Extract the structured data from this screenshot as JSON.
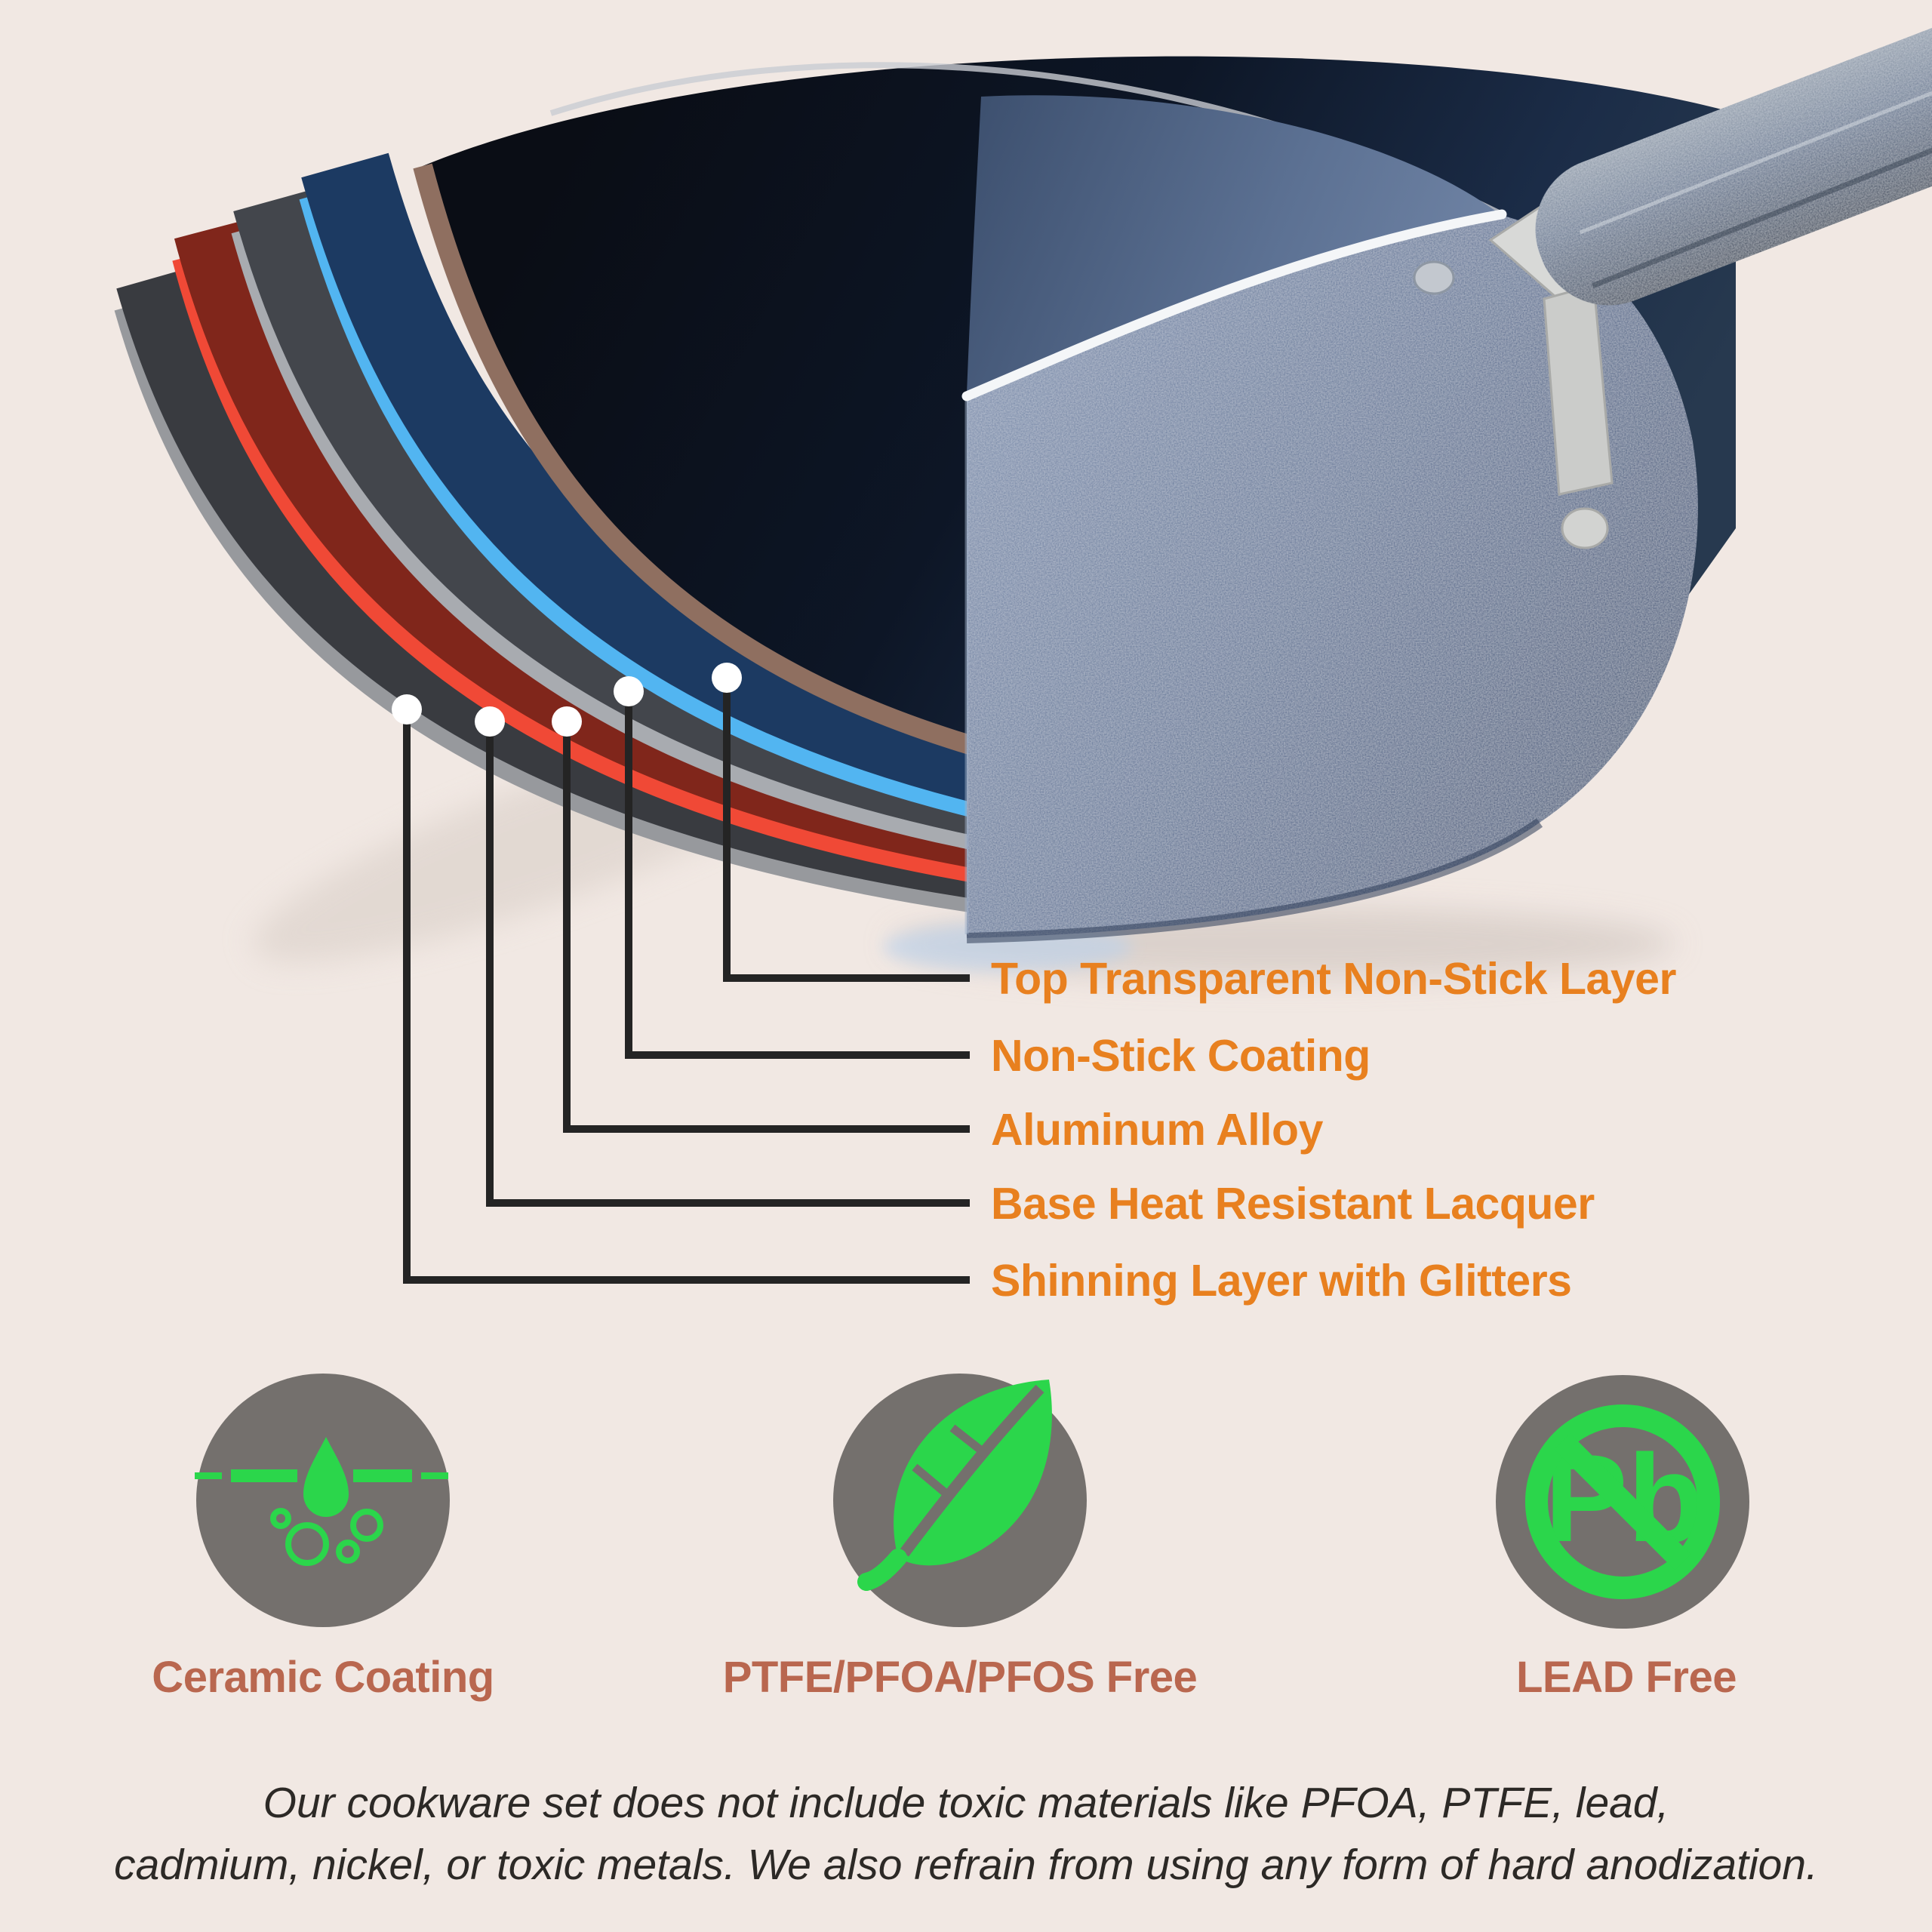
{
  "background_color": "#F1E8E3",
  "layers": [
    {
      "label": "Top Transparent Non-Stick Layer",
      "edge_color": "#8F6F60",
      "body_color": "#0D1626"
    },
    {
      "label": "Non-Stick Coating",
      "edge_color": "#52B5F1",
      "body_color": "#1C3A62"
    },
    {
      "label": "Aluminum Alloy",
      "edge_color": "#A8ABB0",
      "body_color": "#43464C"
    },
    {
      "label": "Base Heat Resistant Lacquer",
      "edge_color": "#F04936",
      "body_color": "#80261B"
    },
    {
      "label": "Shinning Layer with Glitters",
      "edge_color": "#97999D",
      "body_color": "#393B40"
    }
  ],
  "callout": {
    "label_color": "#E8801F",
    "line_color": "#242424",
    "dot_color": "#FFFFFF"
  },
  "features": [
    {
      "label": "Ceramic Coating",
      "icon": "ceramic-drop-icon"
    },
    {
      "label": "PTFE/PFOA/PFOS Free",
      "icon": "leaf-icon"
    },
    {
      "label": "LEAD Free",
      "icon": "no-lead-icon",
      "symbol": "Pb"
    }
  ],
  "feature_style": {
    "label_color": "#B9674F",
    "circle_color": "#74706D",
    "glyph_color": "#2BD64B"
  },
  "pan": {
    "exterior_color": "#5B6F92",
    "handle_color": "#3C4D66",
    "rim_color": "#F4F6F8",
    "hardware_color": "#D2D3D1"
  },
  "footer": {
    "line1": "Our cookware set does not include toxic materials like PFOA, PTFE, lead,",
    "line2": "cadmium, nickel, or toxic metals. We also refrain from using any form of hard anodization."
  }
}
